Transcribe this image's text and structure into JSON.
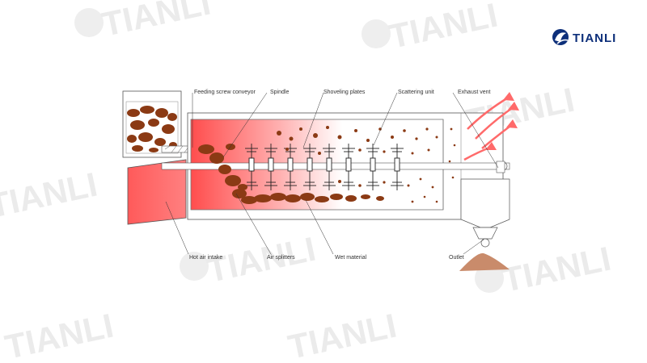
{
  "brand": {
    "name": "TIANLI",
    "color": "#0d2f7a",
    "icon": "tianli-logo-icon"
  },
  "watermark": {
    "text": "TIANLI",
    "color": "#e9e9e9"
  },
  "colors": {
    "hot_air": "#ff5a5a",
    "material": "#8b3a14",
    "exhaust": "#ff6a6a",
    "outline": "#555555"
  },
  "labels": {
    "feeding_screw_conveyor": "Feeding screw conveyor",
    "spindle": "Spindle",
    "shoveling_plates": "Shoveling plates",
    "scattering_unit": "Scattering unit",
    "exhaust_vent": "Exhaust vent",
    "hot_air_intake": "Hot air intake",
    "air_splitters": "Air splitters",
    "wet_material": "Wet material",
    "outlet": "Outlet"
  }
}
